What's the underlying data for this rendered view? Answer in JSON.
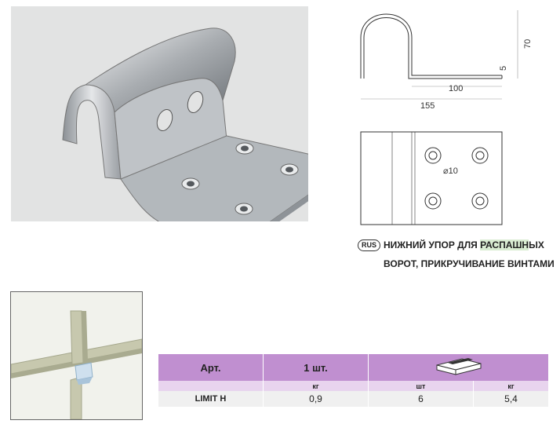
{
  "drawing": {
    "dim_width_top": "100",
    "dim_height": "70",
    "dim_thickness": "5",
    "dim_total_width": "155",
    "dim_hole": "⌀10"
  },
  "caption": {
    "badge": "RUS",
    "line1_before": "НИЖНИЙ УПОР ДЛЯ ",
    "line1_highlight": "РАСПАШН",
    "line1_after": "ЫХ",
    "line2": "ВОРОТ, ПРИКРУЧИВАНИЕ ВИНТАМИ"
  },
  "table": {
    "header": {
      "art": "Арт.",
      "qty": "1 шт.",
      "pack_icon": "package-box-icon"
    },
    "units": {
      "kg": "кг",
      "sht": "шт",
      "kg2": "кг"
    },
    "rows": [
      {
        "art": "LIMIT H",
        "weight": "0,9",
        "pack_qty": "6",
        "pack_weight": "5,4"
      }
    ]
  },
  "colors": {
    "header": "#c08fd0",
    "subheader": "#e8d4ee",
    "row": "#f0f0f0",
    "highlight": "#d9ecd2"
  }
}
